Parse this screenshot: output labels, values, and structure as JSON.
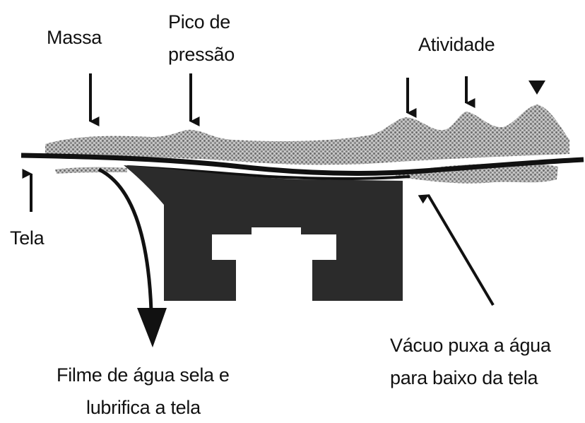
{
  "labels": {
    "massa": "Massa",
    "pico_line1": "Pico de",
    "pico_line2": "pressão",
    "atividade": "Atividade",
    "tela": "Tela",
    "filme_line1": "Filme de água sela e",
    "filme_line2": "lubrifica a tela",
    "vacuo_line1": "Vácuo puxa a água",
    "vacuo_line2": "para baixo da tela"
  },
  "colors": {
    "ink": "#111111",
    "block": "#2b2b2b",
    "pulp_stipple": "#8a8a8a",
    "background": "#ffffff"
  }
}
